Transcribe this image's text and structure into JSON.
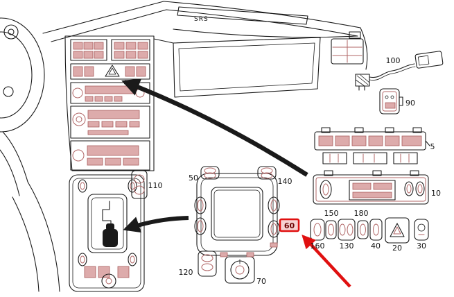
{
  "diagram": {
    "dashboard_label": "SRS",
    "highlight": {
      "selected_part": "60",
      "color": "#e01010",
      "box_fill": "#f6d2d2"
    },
    "colors": {
      "line": "#1a1a1a",
      "detail": "#b06565",
      "background": "#ffffff"
    },
    "labels": {
      "part_5": "5",
      "part_10": "10",
      "part_20": "20",
      "part_30": "30",
      "part_40": "40",
      "part_50": "50",
      "part_60": "60",
      "part_70": "70",
      "part_90": "90",
      "part_100": "100",
      "part_110": "110",
      "part_120": "120",
      "part_130": "130",
      "part_140": "140",
      "part_150": "150",
      "part_160": "160",
      "part_180": "180"
    }
  }
}
